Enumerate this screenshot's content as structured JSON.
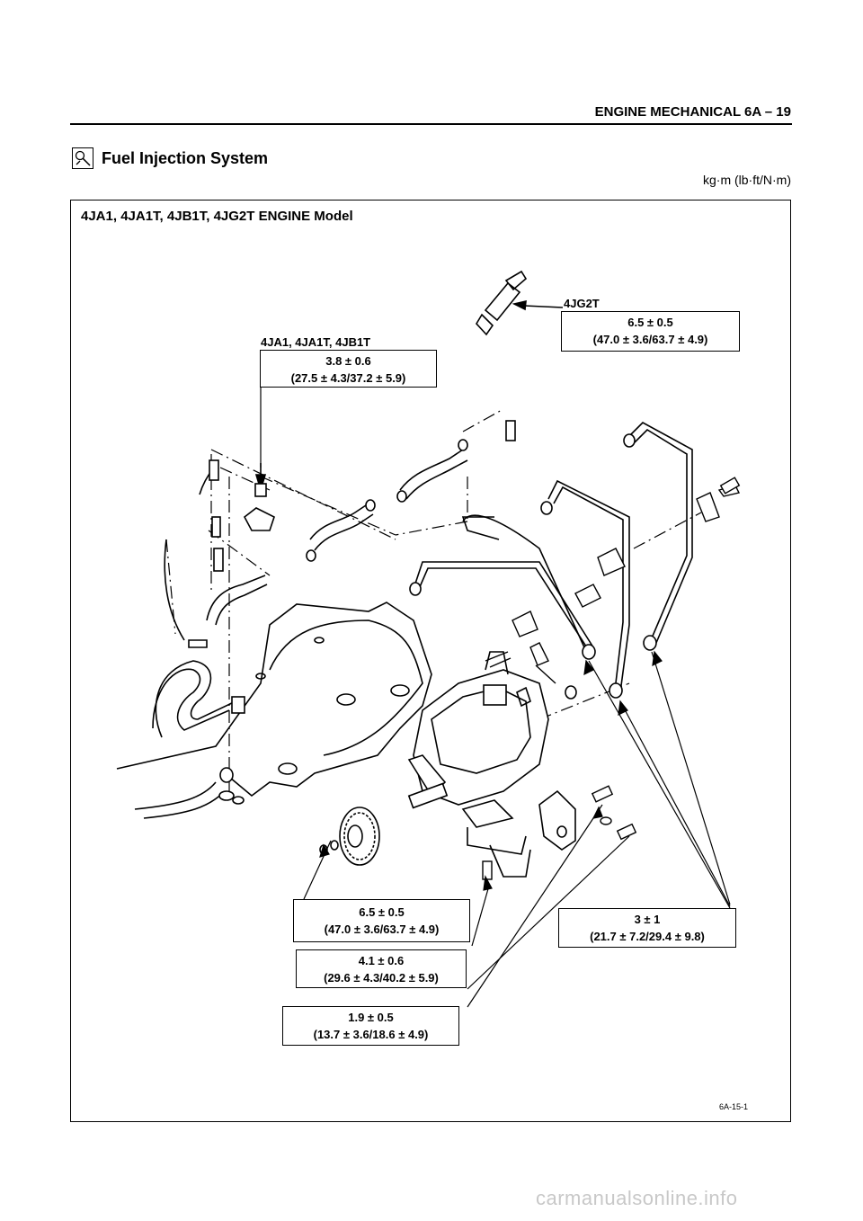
{
  "header": {
    "text": "ENGINE MECHANICAL   6A – 19"
  },
  "section": {
    "icon": "magnifier-wrench-icon",
    "title": "Fuel Injection System"
  },
  "units": "kg·m (lb·ft/N·m)",
  "figure": {
    "model_title": "4JA1, 4JA1T, 4JB1T, 4JG2T ENGINE Model",
    "code": "6A-15-1",
    "callouts": {
      "glow_plug": {
        "label": "4JG2T",
        "metric": "6.5 ± 0.5",
        "imperial": "(47.0 ± 3.6/63.7 ± 4.9)"
      },
      "nozzle_holder": {
        "label": "4JA1, 4JA1T, 4JB1T",
        "metric": "3.8 ± 0.6",
        "imperial": "(27.5 ± 4.3/37.2 ± 5.9)"
      },
      "timing_gear_nut": {
        "metric": "6.5 ± 0.5",
        "imperial": "(47.0 ± 3.6/63.7 ± 4.9)"
      },
      "injection_pipe_nut": {
        "metric": "3 ± 1",
        "imperial": "(21.7 ± 7.2/29.4 ± 9.8)"
      },
      "bracket_bolt": {
        "metric": "4.1 ± 0.6",
        "imperial": "(29.6 ± 4.3/40.2 ± 5.9)"
      },
      "rear_bracket_bolt": {
        "metric": "1.9 ± 0.5",
        "imperial": "(13.7 ± 3.6/18.6 ± 4.9)"
      }
    }
  },
  "watermark": "carmanualsonline.info"
}
